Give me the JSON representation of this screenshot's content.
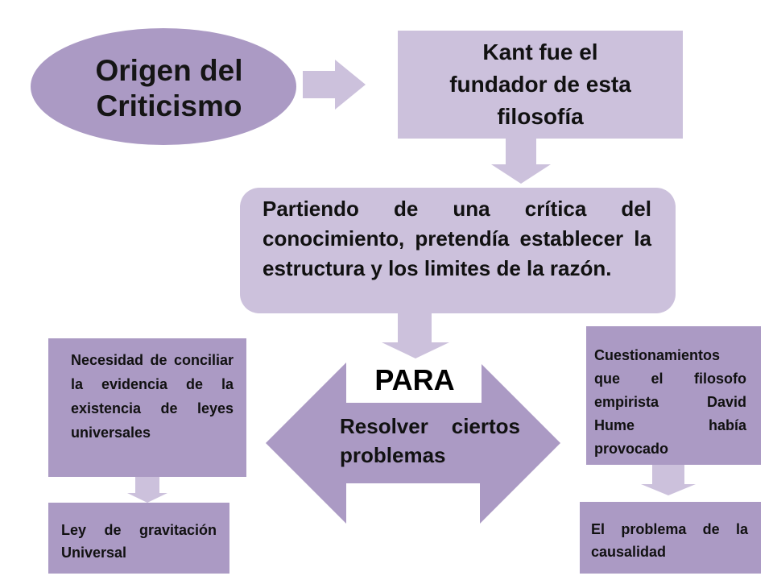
{
  "colors": {
    "dark_fill": "#ab9ac4",
    "light_fill": "#ccc1dc",
    "text": "#111111"
  },
  "nodes": {
    "origen": {
      "line1": "Origen del",
      "line2": "Criticismo"
    },
    "kant": {
      "line1": "Kant fue el",
      "line2": "fundador de esta",
      "line3": "filosofía"
    },
    "partiendo": "Partiendo de una crítica del conocimiento, pretendía establecer la estructura y los limites de la razón.",
    "para": "PARA",
    "resolver": "Resolver ciertos problemas",
    "necesidad": "Necesidad de conciliar la evidencia de la existencia de leyes universales",
    "ley": "Ley de gravitación Universal",
    "cuestionamientos": "Cuestionamientos que el filosofo empirista David Hume había provocado",
    "causalidad": "El problema de la causalidad"
  }
}
